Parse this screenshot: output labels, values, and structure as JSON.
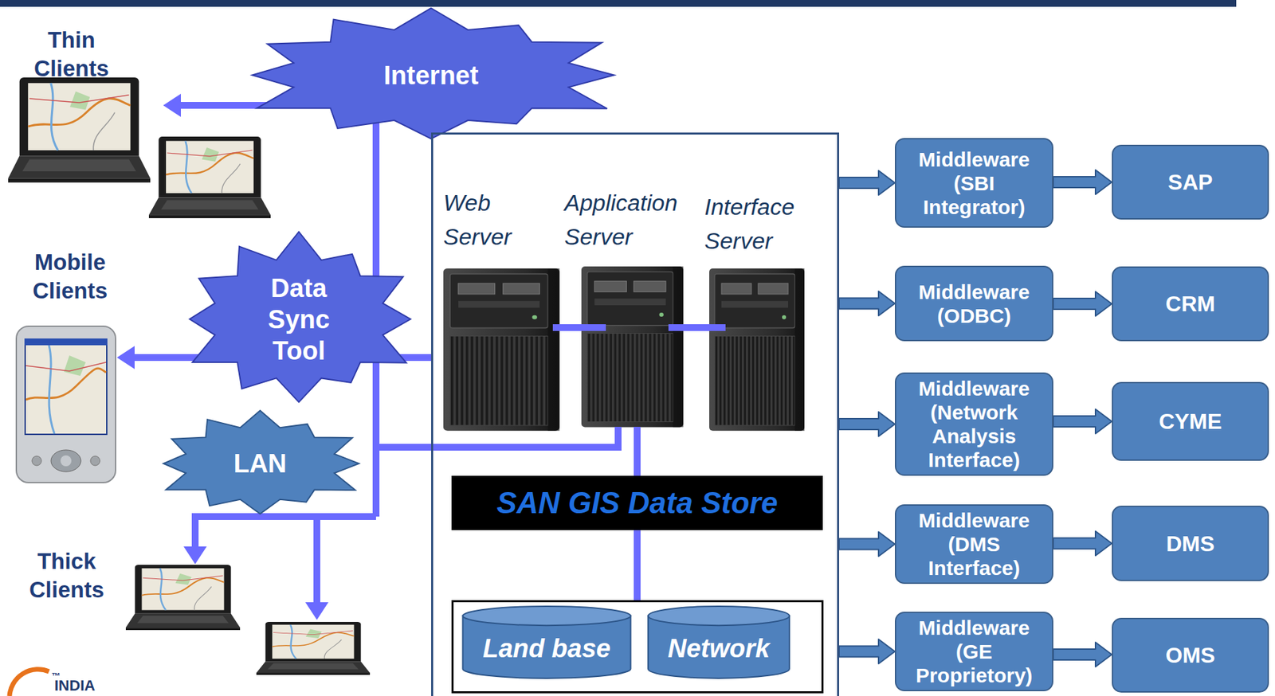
{
  "diagram": {
    "nodes": [
      {
        "text": [
          "Internet"
        ]
      },
      {
        "text": [
          "Data Sync Tool"
        ]
      },
      {
        "text": [
          "LAN"
        ]
      },
      {
        "text": [
          "Web Server",
          "Application Server",
          "Interface Server"
        ]
      },
      {
        "text": [
          "SAN GIS Data Store"
        ],
        "in": 3
      },
      {
        "text": [],
        "in": 3
      },
      {
        "text": [
          "Land base"
        ],
        "in": 5
      },
      {
        "text": [
          "Network"
        ],
        "in": 5
      },
      {
        "text": [
          "Middleware (SBI Integrator)"
        ]
      },
      {
        "text": [
          "SAP"
        ]
      },
      {
        "text": [
          "Middleware (ODBC)"
        ]
      },
      {
        "text": [
          "CRM"
        ]
      },
      {
        "text": [
          "Middleware (Network Analysis Interface)"
        ]
      },
      {
        "text": [
          "CYME"
        ]
      },
      {
        "text": [
          "Middleware (DMS Interface)"
        ]
      },
      {
        "text": [
          "DMS"
        ]
      },
      {
        "text": [
          "Middleware (GE Proprietory)"
        ]
      },
      {
        "text": [
          "OMS"
        ]
      }
    ],
    "edges": [
      {
        "from": 3,
        "to": 8,
        "arrow": "to"
      },
      {
        "from": 8,
        "to": 9,
        "arrow": "to"
      },
      {
        "from": 3,
        "to": 10,
        "arrow": "to"
      },
      {
        "from": 10,
        "to": 11,
        "arrow": "to"
      },
      {
        "from": 3,
        "to": 12,
        "arrow": "to"
      },
      {
        "from": 12,
        "to": 13,
        "arrow": "to"
      },
      {
        "from": 3,
        "to": 14,
        "arrow": "to"
      },
      {
        "from": 14,
        "to": 15,
        "arrow": "to"
      },
      {
        "from": 3,
        "to": 16,
        "arrow": "to"
      },
      {
        "from": 16,
        "to": 17,
        "arrow": "to"
      },
      {
        "from": 4,
        "to": 5,
        "arrow": "none"
      }
    ],
    "labels": [
      "Thin Clients",
      "Mobile Clients",
      "Thick Clients",
      "™",
      "INDIA"
    ]
  }
}
